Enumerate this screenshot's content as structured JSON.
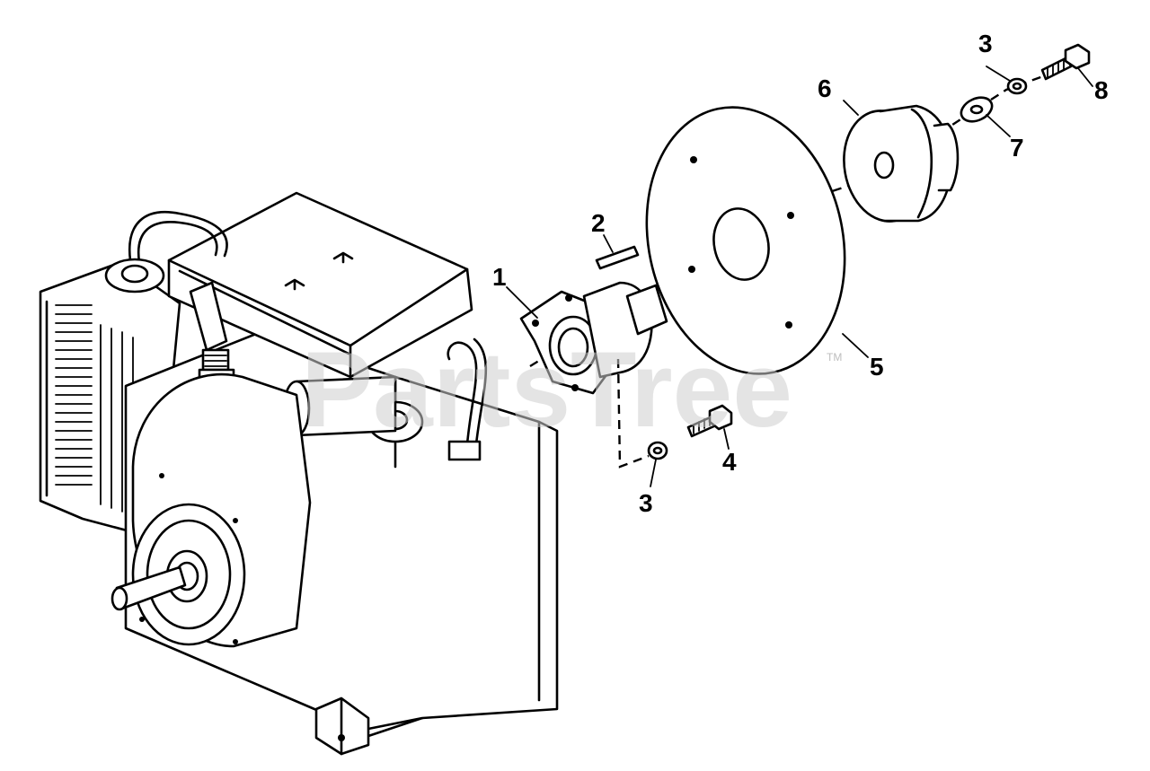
{
  "watermark": {
    "text": "PartsTree",
    "tm": "TM"
  },
  "callouts": {
    "p1": "1",
    "p2": "2",
    "p3a": "3",
    "p3b": "3",
    "p4": "4",
    "p5": "5",
    "p6": "6",
    "p7": "7",
    "p8": "8"
  }
}
